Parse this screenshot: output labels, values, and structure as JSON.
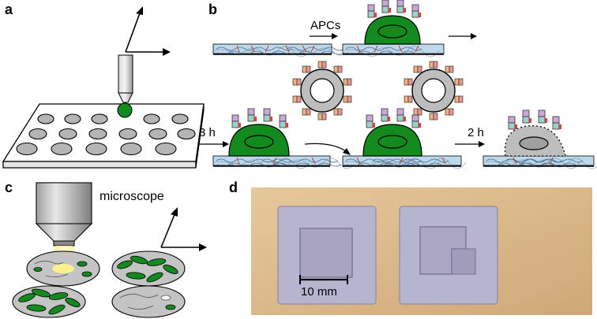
{
  "panels": {
    "a": "a",
    "b": "b",
    "c": "c",
    "d": "d"
  },
  "labels": {
    "apcs": "APCs",
    "t3h": "3 h",
    "t2h": "2 h",
    "microscope": "microscope",
    "scale": "10 mm"
  },
  "colors": {
    "cell_green": "#138a1e",
    "substrate_blue": "#bcd8ea",
    "apc_gray": "#bdbdbd",
    "well_gray": "#b5b5b5",
    "photo_bg": "#d9b98f",
    "chip_blue": "#b7b4cf",
    "light_yellow": "#fff58a"
  }
}
